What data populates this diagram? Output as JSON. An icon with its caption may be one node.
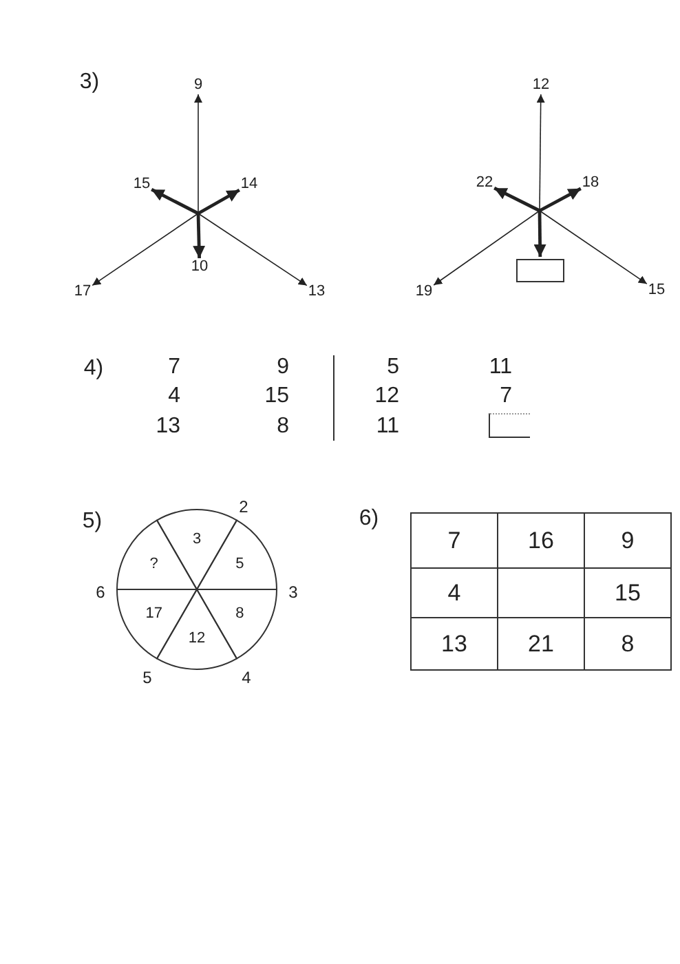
{
  "diagram": {
    "nodes": [
      {
        "text": [
          "9"
        ]
      },
      {
        "text": [
          "15"
        ]
      },
      {
        "text": [
          "14"
        ]
      },
      {
        "text": [
          "10"
        ]
      },
      {
        "text": [
          "17"
        ]
      },
      {
        "text": [
          "13"
        ]
      },
      {
        "text": [
          "12"
        ]
      },
      {
        "text": [
          "22"
        ]
      },
      {
        "text": [
          "18"
        ]
      },
      {
        "text": [],
        "shape": "box"
      },
      {
        "text": [
          "19"
        ]
      },
      {
        "text": [
          "15"
        ]
      },
      {
        "text": [
          "3"
        ]
      },
      {
        "text": [
          "?"
        ]
      },
      {
        "text": [
          "5"
        ]
      },
      {
        "text": [
          "17"
        ]
      },
      {
        "text": [
          "8"
        ]
      },
      {
        "text": [
          "12"
        ]
      }
    ],
    "edges": [
      {
        "from": null,
        "to": 0,
        "arrow": "to"
      },
      {
        "from": null,
        "to": 1,
        "arrow": "to",
        "style": "thick"
      },
      {
        "from": null,
        "to": 2,
        "arrow": "to",
        "style": "thick"
      },
      {
        "from": null,
        "to": 3,
        "arrow": "to",
        "style": "thick"
      },
      {
        "from": null,
        "to": 4,
        "arrow": "to"
      },
      {
        "from": null,
        "to": 5,
        "arrow": "to"
      },
      {
        "from": null,
        "to": 6,
        "arrow": "to"
      },
      {
        "from": null,
        "to": 7,
        "arrow": "to",
        "style": "thick"
      },
      {
        "from": null,
        "to": 8,
        "arrow": "to",
        "style": "thick"
      },
      {
        "from": null,
        "to": 9,
        "arrow": "to",
        "style": "thick"
      },
      {
        "from": null,
        "to": 10,
        "arrow": "to"
      },
      {
        "from": null,
        "to": 11,
        "arrow": "to"
      }
    ],
    "labels": [
      "3)",
      "4)",
      "7",
      "9",
      "5",
      "11",
      "4",
      "15",
      "12",
      "7",
      "13",
      "8",
      "11",
      "5)",
      "2",
      "6",
      "3",
      "5",
      "4",
      "6)",
      "7",
      "16",
      "9",
      "4",
      "15",
      "13",
      "21",
      "8"
    ]
  }
}
